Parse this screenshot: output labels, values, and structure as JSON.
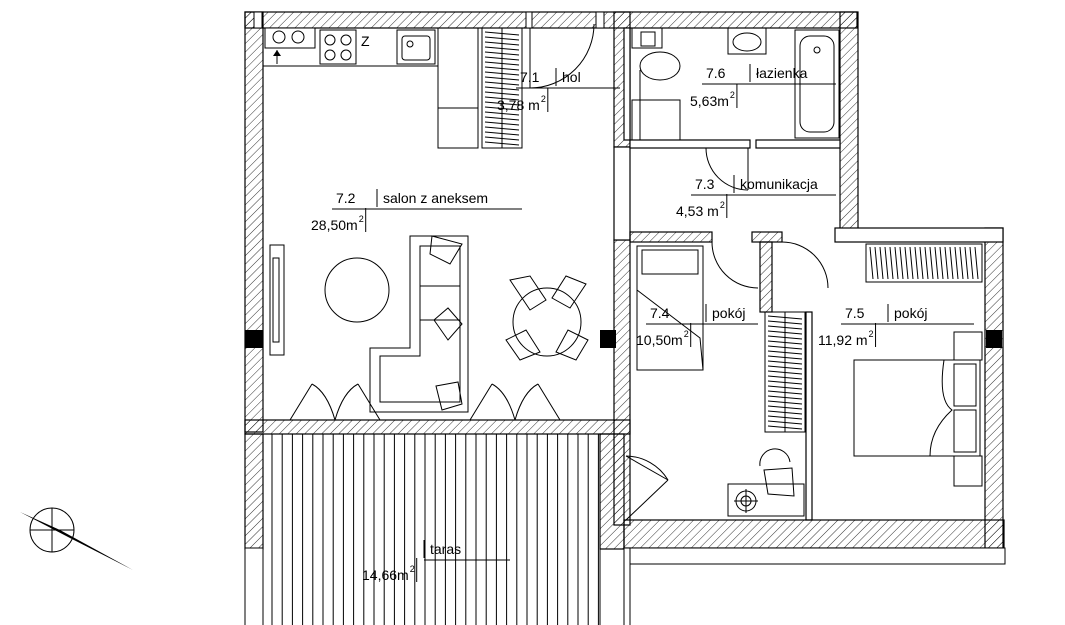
{
  "rooms": [
    {
      "id": "r71",
      "number": "7.1",
      "name": "hol",
      "area": "3,78 m",
      "unit_sup": "2"
    },
    {
      "id": "r72",
      "number": "7.2",
      "name": "salon z aneksem",
      "area": "28,50m",
      "unit_sup": "2"
    },
    {
      "id": "r73",
      "number": "7.3",
      "name": "komunikacja",
      "area": "4,53 m",
      "unit_sup": "2"
    },
    {
      "id": "r74",
      "number": "7.4",
      "name": "pokój",
      "area": "10,50m",
      "unit_sup": "2"
    },
    {
      "id": "r75",
      "number": "7.5",
      "name": "pokój",
      "area": "11,92 m",
      "unit_sup": "2"
    },
    {
      "id": "r76",
      "number": "7.6",
      "name": "łazienka",
      "area": "5,63m",
      "unit_sup": "2"
    },
    {
      "id": "taras",
      "number": "",
      "name": "taras",
      "area": "14,66m",
      "unit_sup": "2"
    }
  ],
  "marks": {
    "kitchen_z": "Z"
  },
  "icons": {
    "north_arrow": "compass-north-arrow-icon",
    "kitchen_hob": "hob-icon",
    "sink": "sink-icon",
    "bathtub": "bathtub-icon",
    "toilet": "toilet-icon",
    "sofa": "sofa-icon",
    "dining_table": "dining-table-icon",
    "bed": "bed-icon",
    "desk": "desk-icon"
  },
  "colors": {
    "line": "#000000",
    "background": "#ffffff"
  }
}
